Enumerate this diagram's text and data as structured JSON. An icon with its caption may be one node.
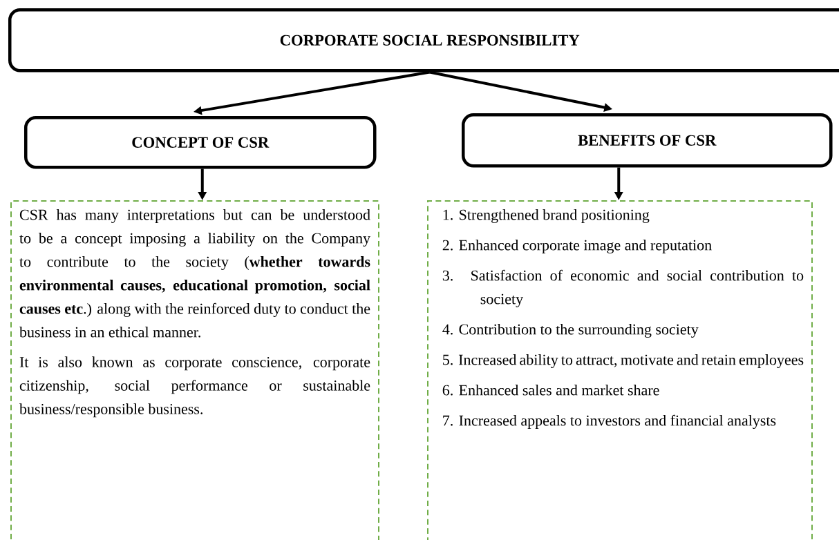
{
  "diagram": {
    "nodes": [
      {
        "text": [
          "CORPORATE SOCIAL RESPONSIBILITY"
        ]
      },
      {
        "text": [
          "CONCEPT OF CSR"
        ]
      },
      {
        "text": [
          "BENEFITS OF CSR"
        ]
      },
      {
        "text": [
          "CSR has many interpretations but can be understood to be a concept imposing a liability on the Company to contribute to the society (**whether towards environmental causes, educational promotion, social causes etc**.) along with the reinforced duty to conduct the business in an ethical manner.",
          "It is also known as corporate conscience, corporate citizenship, social performance or sustainable business/responsible business."
        ]
      },
      {
        "text": [
          "1. Strengthened brand positioning",
          "2. Enhanced corporate image and reputation",
          "3. Satisfaction of economic and social contribution to society",
          "4. Contribution to the surrounding society",
          "5. Increased ability to attract, motivate and retain employees",
          "6. Enhanced sales and market share",
          "7. Increased appeals to investors and financial analysts"
        ]
      }
    ],
    "edges": [
      {
        "from": 0,
        "to": 1,
        "arrow": "to"
      },
      {
        "from": 0,
        "to": 2,
        "arrow": "to"
      },
      {
        "from": 1,
        "to": 3,
        "arrow": "to"
      },
      {
        "from": 2,
        "to": 4,
        "arrow": "to"
      }
    ]
  }
}
